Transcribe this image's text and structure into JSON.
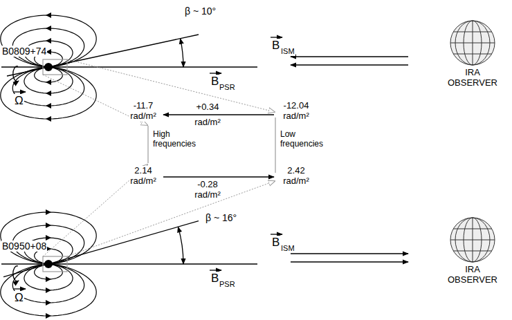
{
  "diagram": {
    "labels": [
      "B0809+74",
      "β ~ 10°",
      "B",
      "ISM",
      "IRA OBSERVER",
      "B",
      "PSR",
      "Ω",
      "-11.7 rad/m²",
      "+0.34",
      "rad/m²",
      "-12.04 rad/m²",
      "High frequencies",
      "Low frequencies",
      "2.14 rad/m²",
      "-0.28",
      "rad/m²",
      "2.42 rad/m²",
      "B0950+08",
      "β ~ 16°",
      "B",
      "ISM",
      "IRA OBSERVER",
      "B",
      "PSR",
      "Ω"
    ]
  }
}
